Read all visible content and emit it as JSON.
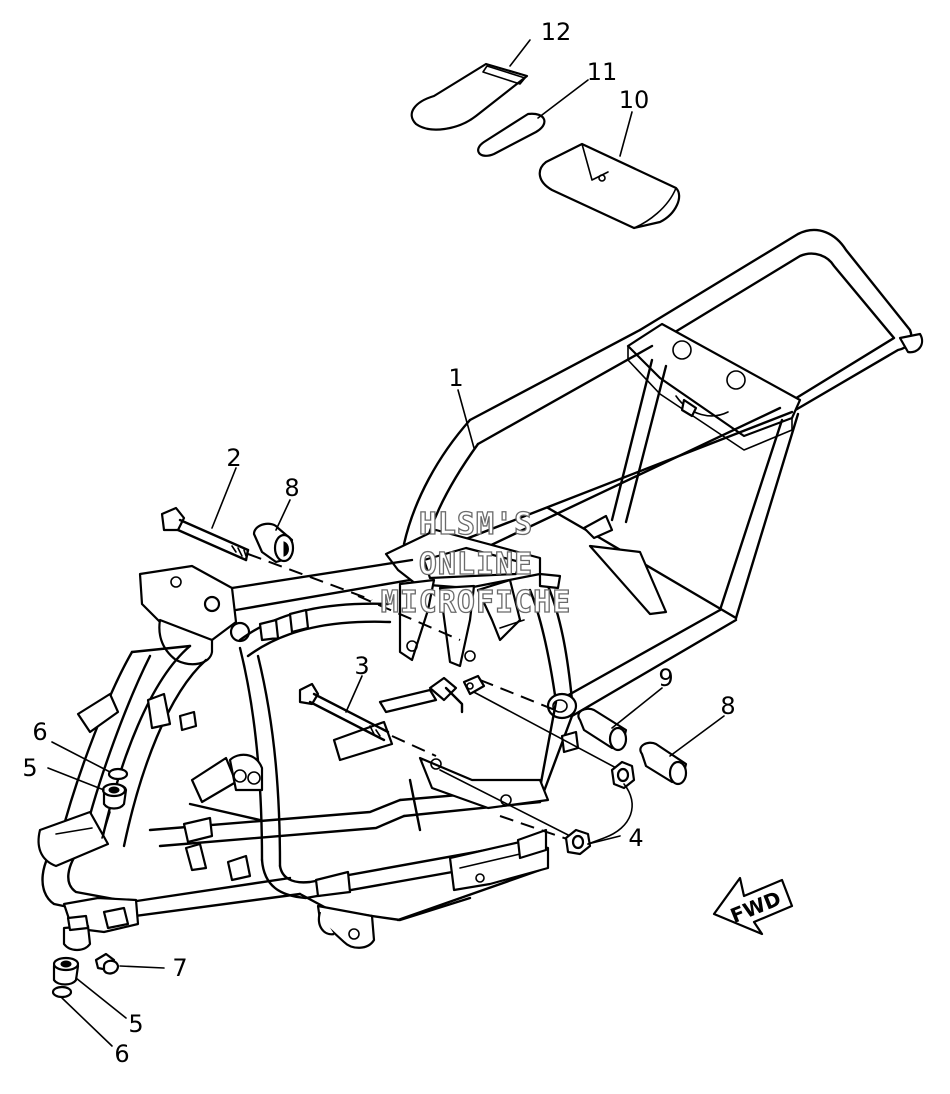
{
  "callouts": {
    "c1": "1",
    "c2": "2",
    "c3": "3",
    "c4": "4",
    "c5a": "5",
    "c5b": "5",
    "c6a": "6",
    "c6b": "6",
    "c7": "7",
    "c8a": "8",
    "c8b": "8",
    "c9": "9",
    "c10": "10",
    "c11": "11",
    "c12": "12"
  },
  "fwd_label": "FWD",
  "watermark": {
    "line1": "HLSM'S",
    "line2": "ONLINE",
    "line3": "MICROFICHE"
  }
}
